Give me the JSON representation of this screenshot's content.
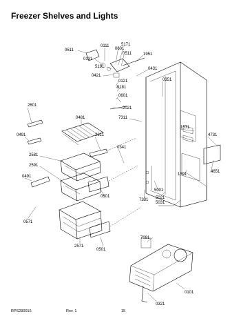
{
  "title": "Freezer Shelves and Lights",
  "footer": {
    "left": "RPS290016",
    "rev": "Rev. 1",
    "page": "15"
  },
  "callouts": {
    "c0511a": "0511",
    "c0111": "0111",
    "c5171": "5171",
    "c0601a": "0601",
    "c0511b": "0511",
    "c1951": "1951",
    "c0131": "0131",
    "c5191": "5191",
    "c0421": "0421",
    "c0431": "0431",
    "c0121": "0121",
    "c5181": "5181",
    "c0351": "0351",
    "c0601b": "0601",
    "c2021": "2021",
    "c7311": "7311",
    "c2601": "2601",
    "c0481": "0481",
    "c1571": "1571",
    "c4731": "4731",
    "c0491a": "0491",
    "c2611": "2611",
    "c0341": "0341",
    "c2581": "2581",
    "c2591": "2591",
    "c1591": "1591",
    "c4651": "4651",
    "c0491b": "0491",
    "c0501a": "0501",
    "c5001": "5001",
    "c7331": "7331",
    "c5021": "5021",
    "c5031": "5031",
    "c0571": "0571",
    "c2571": "2571",
    "c0501b": "0501",
    "c7091": "7091",
    "c0101": "0101",
    "c0321": "0321"
  }
}
